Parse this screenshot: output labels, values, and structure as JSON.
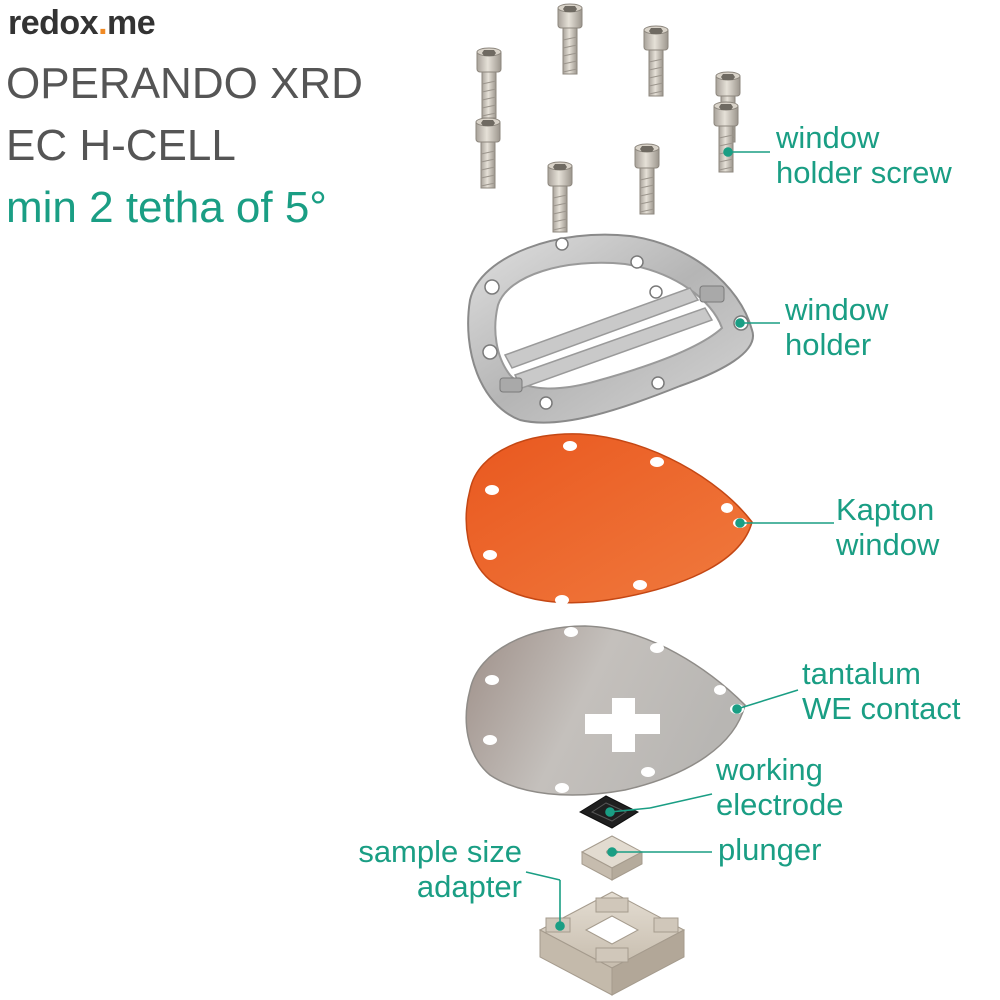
{
  "logo": {
    "text_a": "redox",
    "dot": ".",
    "text_b": "me"
  },
  "title": {
    "line1": "OPERANDO XRD",
    "line2": "EC H-CELL"
  },
  "subtitle": "min 2 tetha of 5°",
  "labels": {
    "screw": [
      "window",
      "holder screw"
    ],
    "holder": [
      "window",
      "holder"
    ],
    "kapton": [
      "Kapton",
      "window"
    ],
    "tantalum": [
      "tantalum",
      "WE contact"
    ],
    "electrode": [
      "working",
      "electrode"
    ],
    "plunger": [
      "plunger"
    ],
    "adapter": [
      "sample size",
      "adapter"
    ]
  },
  "colors": {
    "accent": "#1a9e84",
    "title": "#555555",
    "logo": "#333333",
    "logo_dot": "#f08a24",
    "kapton": "#e35a22",
    "metal": "#bdbdbd",
    "ceramic": "#d8d0c4"
  }
}
